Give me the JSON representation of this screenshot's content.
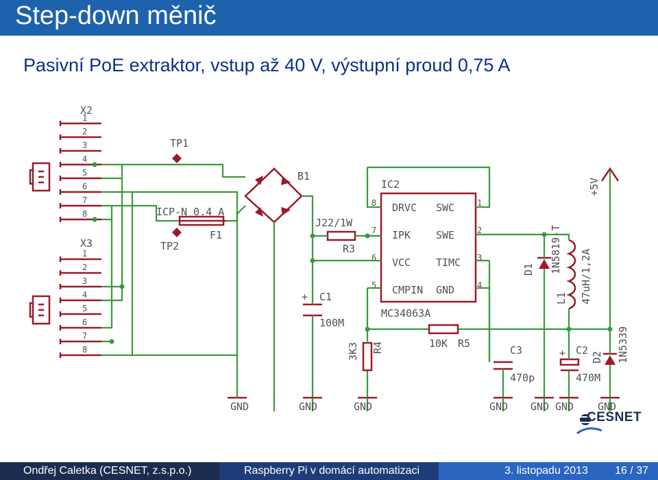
{
  "slide": {
    "title": "Step-down měnič",
    "subtitle": "Pasivní PoE extraktor, vstup až 40 V, výstupní proud 0,75 A"
  },
  "schematic": {
    "connector_x2": "X2",
    "connector_x3": "X3",
    "pins": [
      "1",
      "2",
      "3",
      "4",
      "5",
      "6",
      "7",
      "8"
    ],
    "tp1": "TP1",
    "tp2": "TP2",
    "b1": "B1",
    "fuse_label": "ICP-N 0.4 A",
    "fuse_ref": "F1",
    "r3_value": "J22/1W",
    "r3_ref": "R3",
    "c1_ref": "C1",
    "c1_value": "100M",
    "ic_ref": "IC2",
    "ic_part": "MC34063A",
    "ic_pins_left": [
      "DRVC",
      "IPK",
      "VCC",
      "CMPIN"
    ],
    "ic_pins_right": [
      "SWC",
      "SWE",
      "TIMC",
      "GND"
    ],
    "ic_pin_nums_left": [
      "8",
      "7",
      "6",
      "5"
    ],
    "ic_pin_nums_right": [
      "1",
      "2",
      "3",
      "4"
    ],
    "r4_value": "3K3",
    "r4_ref": "R4",
    "r5_value": "10K",
    "r5_ref": "R5",
    "c3_ref": "C3",
    "c3_value": "470p",
    "d1_ref": "D1",
    "d1_part": "1N5819-T",
    "l1_ref": "L1",
    "l1_value": "47uH/1,2A",
    "c2_ref": "C2",
    "c2_value": "470M",
    "d2_ref": "D2",
    "d2_part": "1N5339",
    "supply": "+5V",
    "gnd": "GND"
  },
  "footer": {
    "author": "Ondřej Caletka  (CESNET, z.s.p.o.)",
    "talk": "Raspberry Pi v domácí automatizaci",
    "date": "3. listopadu 2013",
    "page": "16 / 37"
  },
  "logo": {
    "text": "CESNET"
  },
  "colors": {
    "header_bg": "#1e62ad",
    "subtitle_text": "#0a2f8c",
    "wire": "#3a9a3a",
    "component": "#9a1a2a",
    "label": "#505050",
    "footer_left": "#1b2c4f",
    "footer_mid": "#1e3d78",
    "footer_right": "#2a65c0"
  }
}
